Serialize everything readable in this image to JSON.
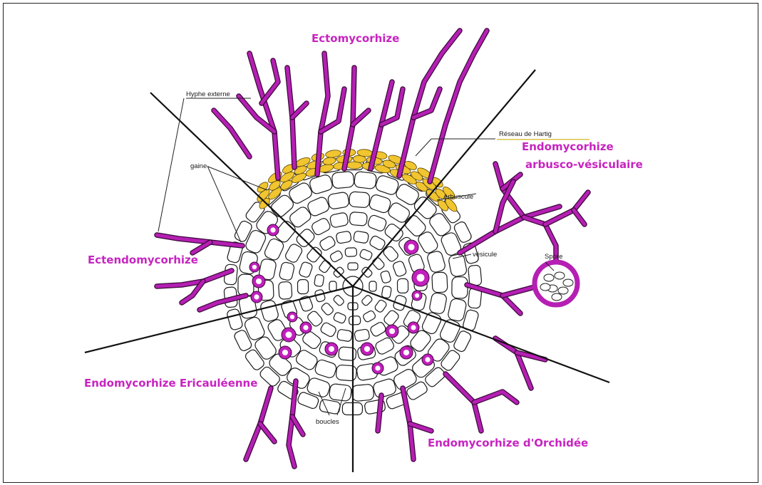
{
  "sectors": {
    "ecto": "Ectomycorhize",
    "endo_av_line1": "Endomycorhize",
    "endo_av_line2": "arbusco-vésiculaire",
    "ectendo": "Ectendomycorhize",
    "ericale": "Endomycorhize Ericauléenne",
    "orchid": "Endomycorhize d'Orchidée"
  },
  "annotations": {
    "hyphe_externe": "Hyphe externe",
    "gaine": "gaine",
    "reseau_hartig": "Réseau de Hartig",
    "arbuscule": "Arbuscule",
    "vesicule": "vésicule",
    "spore": "Spore",
    "boucles": "boucles"
  },
  "colors": {
    "fungus": "#b51fb3",
    "sheath": "#f0c530",
    "lines": "#111111",
    "label": "#c724c0"
  }
}
